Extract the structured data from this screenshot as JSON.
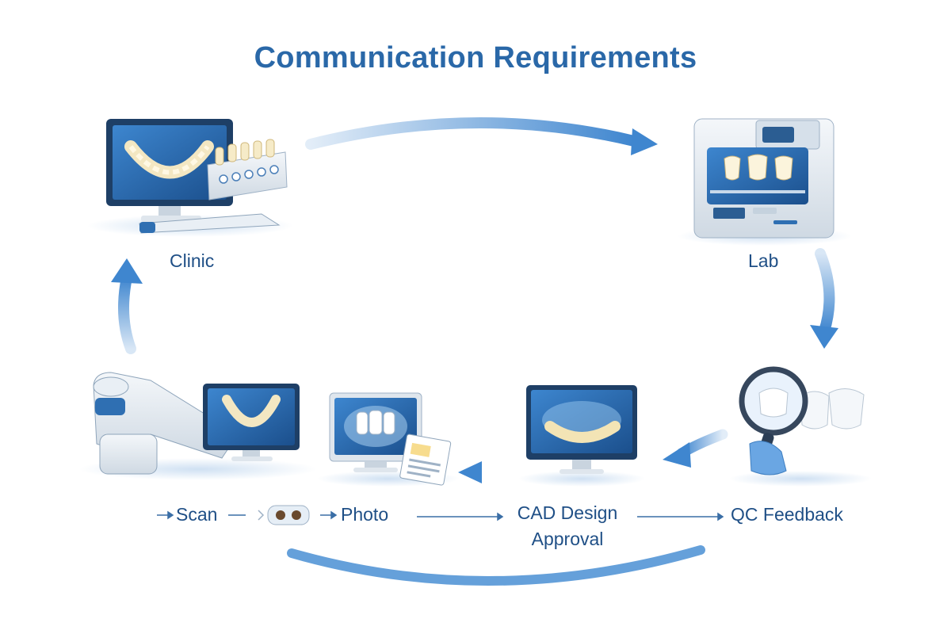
{
  "title": "Communication Requirements",
  "nodes": {
    "clinic": "Clinic",
    "lab": "Lab"
  },
  "workflow": {
    "scan": "Scan",
    "photo": "Photo",
    "cad_design_line1": "CAD Design",
    "cad_design_line2": "Approval",
    "qc_feedback": "QC Feedback"
  },
  "colors": {
    "title": "#2a68a8",
    "arrow": "#3f86cf",
    "label": "#1f4f86",
    "screen": "#2b6fb5",
    "device": "#e7edf3"
  }
}
